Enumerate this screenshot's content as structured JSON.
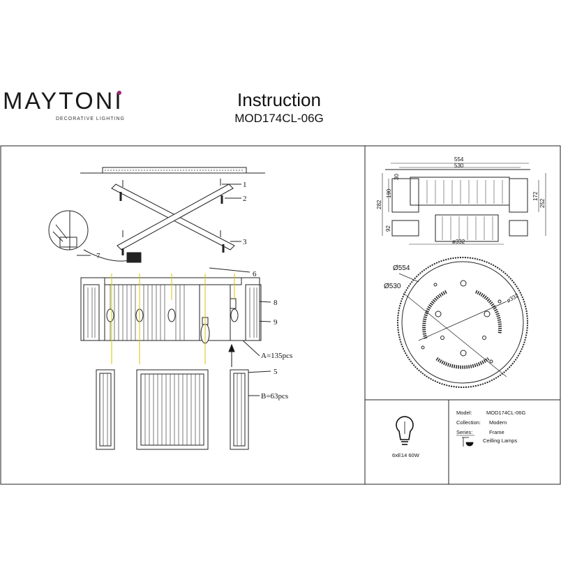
{
  "brand": {
    "name": "MAYTONI",
    "tagline": "DECORATIVE LIGHTING"
  },
  "header": {
    "title": "Instruction",
    "model": "MOD174CL-06G"
  },
  "assembly": {
    "part_labels": [
      "1",
      "2",
      "3",
      "6",
      "7",
      "8",
      "9",
      "5"
    ],
    "crystal_a": "A=135pcs",
    "crystal_b": "B=63pcs"
  },
  "side_view": {
    "widths": [
      "554",
      "530",
      "ø332"
    ],
    "heights_left": [
      "30",
      "190",
      "282",
      "92"
    ],
    "heights_right": [
      "172",
      "252"
    ]
  },
  "top_view": {
    "diameters": [
      "Ø554",
      "Ø530",
      "ø332"
    ]
  },
  "info": {
    "bulb": "6xE14 60W",
    "model_key": "Model:",
    "model_val": "MOD174CL-06G",
    "collection_key": "Collection:",
    "collection_val": "Modern",
    "series_key": "Series:",
    "series_val": "Frame",
    "type_val": "Ceilling Lamps"
  }
}
